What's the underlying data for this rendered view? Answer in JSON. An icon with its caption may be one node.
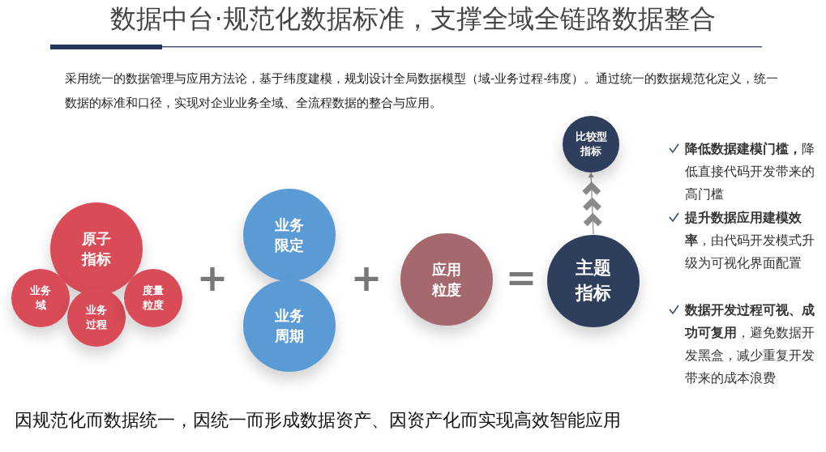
{
  "diagram": {
    "title": "数据中台·规范化数据标准，支撑全域全链路数据整合",
    "caption": "因规范化而数据统一，因统一而形成数据资产、因资产化而实现高效智能应用",
    "nodes": [
      {
        "text": [
          "原子指标"
        ]
      },
      {
        "text": [
          "业务域"
        ]
      },
      {
        "text": [
          "业务过程"
        ]
      },
      {
        "text": [
          "度量粒度"
        ]
      },
      {
        "text": [
          "业务限定"
        ]
      },
      {
        "text": [
          "业务周期"
        ]
      },
      {
        "text": [
          "应用粒度"
        ]
      },
      {
        "text": [
          "主题指标"
        ]
      },
      {
        "text": [
          "比较型指标"
        ]
      }
    ],
    "edges": [
      {
        "from": 7,
        "to": 8,
        "arrow": "to"
      }
    ],
    "labels": [
      "采用统一的数据管理与应用方法论，基于纬度建模，规划设计全局数据模型（域-业务过程-纬度）。通过统一的数据规范化定义，统一数据的标准和口径，实现对企业业务全域、全流程数据的整合与应用。",
      "+",
      "+",
      "=",
      "**降低数据建模门槛，**降低直接代码开发带来的高门槛",
      "**提升数据应用建模效率**，由代码开发模式升级为可视化界面配置",
      "**数据开发过程可视、成功可复用**，避免数据开发黑盒，减少重复开发带来的成本浪费"
    ]
  }
}
